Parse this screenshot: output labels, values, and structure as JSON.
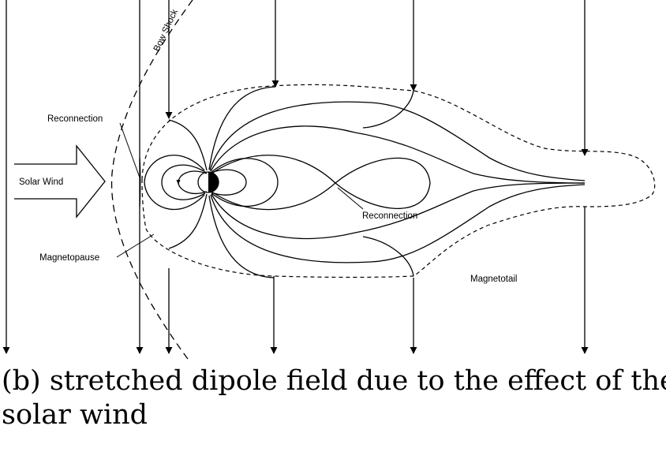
{
  "diagram": {
    "labels": {
      "bow_shock": "Bow Shock",
      "reconnection_dayside": "Reconnection",
      "solar_wind": "Solar Wind",
      "magnetopause": "Magnetopause",
      "reconnection_tail": "Reconnection",
      "magnetotail": "Magnetotail"
    }
  },
  "caption": {
    "line1": "(b) stretched dipole field due to the effect of the",
    "line2": "solar wind"
  }
}
